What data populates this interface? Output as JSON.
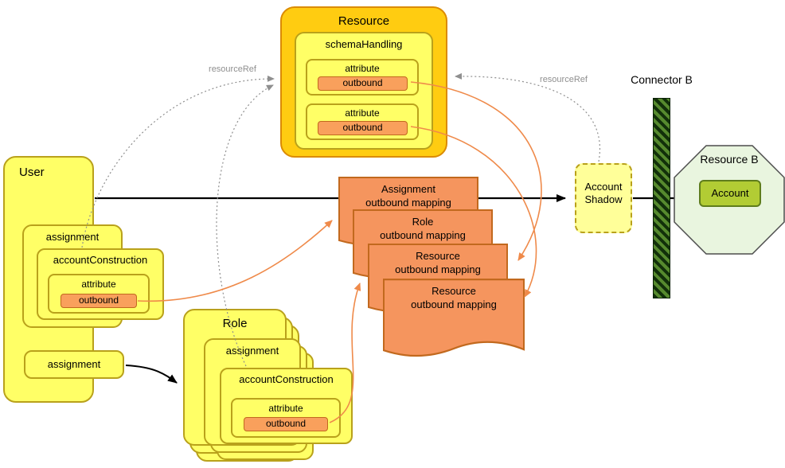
{
  "palette": {
    "yellow": "#ffff66",
    "yellow_border": "#b9a11b",
    "gold": "#ffcc11",
    "gold_border": "#db8b00",
    "doc_orange": "#f5955e",
    "doc_border": "#c2691e",
    "outbound_fill": "#f9a05c",
    "shadow_fill": "#ffff99",
    "octagon_green": "#e9f5df",
    "account_green": "#b2cc34",
    "ref_gray": "#8f8f8f"
  },
  "user": {
    "title": "User",
    "assignment": "assignment",
    "account_construction": "accountConstruction",
    "attribute": "attribute",
    "outbound": "outbound",
    "assignment2": "assignment"
  },
  "role": {
    "title": "Role",
    "assignment": "assignment",
    "account_construction": "accountConstruction",
    "attribute": "attribute",
    "outbound": "outbound"
  },
  "resource": {
    "title": "Resource",
    "schema_handling": "schemaHandling",
    "attribute1": {
      "label": "attribute",
      "outbound": "outbound"
    },
    "attribute2": {
      "label": "attribute",
      "outbound": "outbound"
    }
  },
  "documents": [
    {
      "line1": "Assignment",
      "line2": "outbound mapping"
    },
    {
      "line1": "Role",
      "line2": "outbound mapping"
    },
    {
      "line1": "Resource",
      "line2": "outbound mapping"
    },
    {
      "line1": "Resource",
      "line2": "outbound mapping"
    }
  ],
  "account_shadow": {
    "line1": "Account",
    "line2": "Shadow"
  },
  "connector": {
    "label": "Connector B"
  },
  "resource_b": {
    "title": "Resource B",
    "account": "Account"
  },
  "refs": {
    "left": "resourceRef",
    "right": "resourceRef"
  }
}
